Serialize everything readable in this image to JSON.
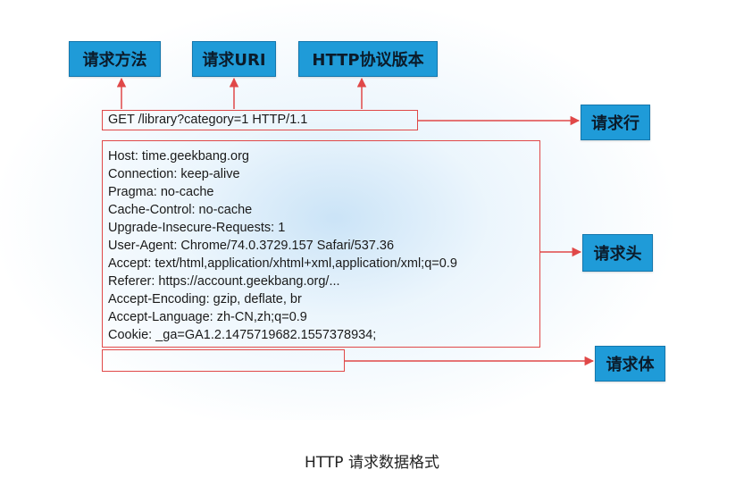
{
  "labels": {
    "method": "请求方法",
    "uri": "请求URI",
    "version": "HTTP协议版本",
    "request_line": "请求行",
    "request_header": "请求头",
    "request_body": "请求体"
  },
  "request_line": "GET /library?category=1 HTTP/1.1",
  "headers": [
    "Host: time.geekbang.org",
    "Connection: keep-alive",
    "Pragma: no-cache",
    "Cache-Control: no-cache",
    "Upgrade-Insecure-Requests: 1",
    "User-Agent: Chrome/74.0.3729.157 Safari/537.36",
    "Accept: text/html,application/xhtml+xml,application/xml;q=0.9",
    "Referer: https://account.geekbang.org/...",
    "Accept-Encoding: gzip, deflate, br",
    "Accept-Language: zh-CN,zh;q=0.9",
    "Cookie: _ga=GA1.2.1475719682.1557378934;"
  ],
  "caption": "HTTP 请求数据格式",
  "colors": {
    "tag_fill": "#1f9bd8",
    "box_stroke": "#e04848"
  }
}
